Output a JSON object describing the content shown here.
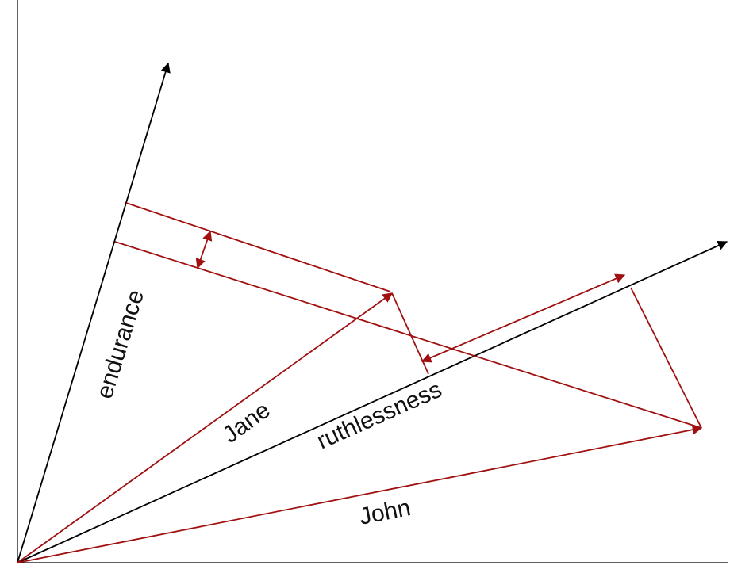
{
  "labels": {
    "endurance": "endurance",
    "ruthlessness": "ruthlessness",
    "jane": "Jane",
    "john": "John"
  },
  "colors": {
    "axis": "#000000",
    "vector": "#a01010",
    "background": "#ffffff"
  }
}
